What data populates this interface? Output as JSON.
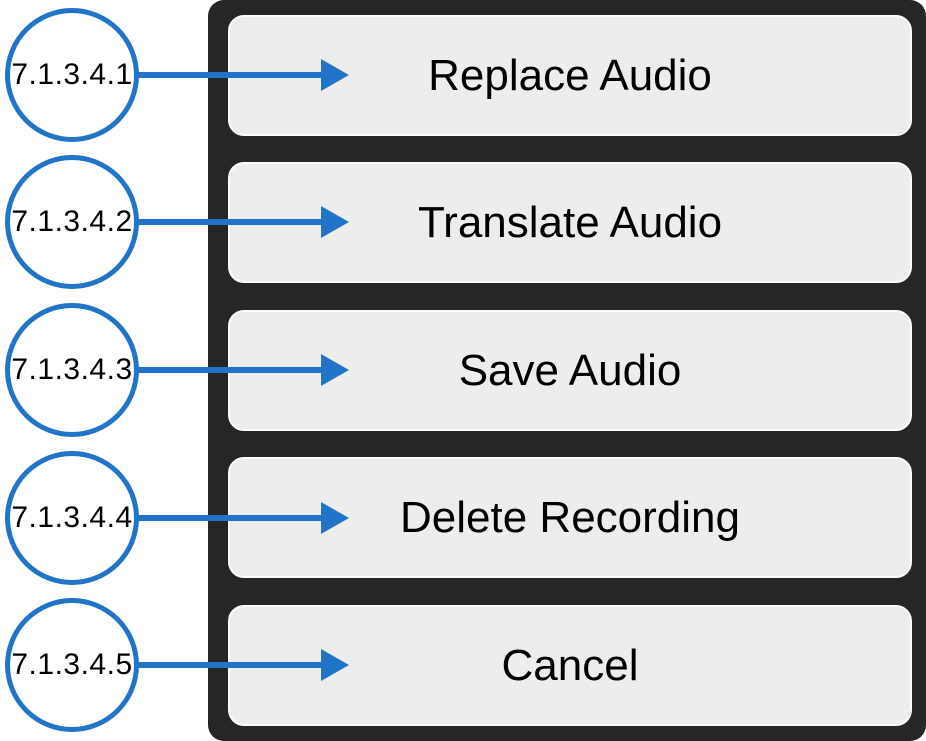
{
  "colors": {
    "accent_blue": "#2274C8",
    "panel_bg": "#262626",
    "button_bg": "#EDEDED",
    "button_text": "#000000",
    "callout_text": "#000000",
    "page_bg": "#FFFFFF"
  },
  "action_sheet": {
    "buttons": [
      {
        "label": "Replace Audio"
      },
      {
        "label": "Translate Audio"
      },
      {
        "label": "Save Audio"
      },
      {
        "label": "Delete Recording"
      },
      {
        "label": "Cancel"
      }
    ]
  },
  "callouts": [
    {
      "label": "7.1.3.4.1"
    },
    {
      "label": "7.1.3.4.2"
    },
    {
      "label": "7.1.3.4.3"
    },
    {
      "label": "7.1.3.4.4"
    },
    {
      "label": "7.1.3.4.5"
    }
  ]
}
